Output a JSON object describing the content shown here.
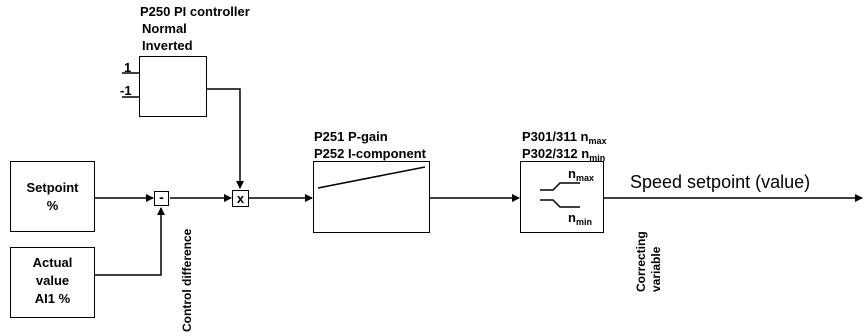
{
  "pi_controller": {
    "title": "P250 PI controller",
    "opt1": "Normal",
    "opt2": "Inverted",
    "in1": "1",
    "in2": "-1"
  },
  "setpoint": {
    "line1": "Setpoint",
    "line2": "%"
  },
  "actual": {
    "line1": "Actual",
    "line2": "value",
    "line3": "AI1 %"
  },
  "junctions": {
    "minus": "-",
    "multiply": "x"
  },
  "control_difference": "Control difference",
  "gain_block": {
    "line1": "P251 P-gain",
    "line2": "P252 I-component"
  },
  "limit_block": {
    "line1_prefix": "P301/311 n",
    "line1_sub": "max",
    "line2_prefix": "P302/312 n",
    "line2_sub": "min",
    "nmax_main": "n",
    "nmax_sub": "max",
    "nmin_main": "n",
    "nmin_sub": "min"
  },
  "correcting_variable": {
    "line1": "Correcting",
    "line2": "variable"
  },
  "output": "Speed setpoint (value)"
}
